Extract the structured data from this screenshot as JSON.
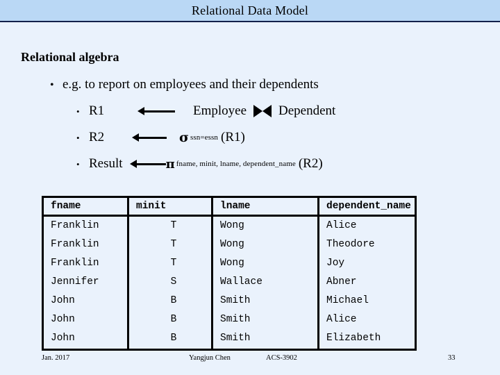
{
  "slide": {
    "title": "Relational Data Model",
    "heading": "Relational algebra",
    "bullet_main": "e.g. to report on employees and their dependents",
    "steps": [
      {
        "label": "R1",
        "arrow": "left-arrow",
        "expression_left": "Employee",
        "operator_icon": "join-bowtie",
        "expression_right": "Dependent"
      },
      {
        "label": "R2",
        "arrow": "left-arrow",
        "operator": "σ",
        "operator_name": "sigma-select",
        "subscript": "ssn=essn",
        "argument": "(R1)"
      },
      {
        "label": "Result",
        "arrow": "left-arrow",
        "operator": "π",
        "operator_name": "pi-project",
        "subscript": "fname, minit, lname, dependent_name",
        "argument": "(R2)"
      }
    ]
  },
  "table": {
    "headers": [
      "fname",
      "minit",
      "lname",
      "dependent_name"
    ],
    "rows": [
      [
        "Franklin",
        "T",
        "Wong",
        "Alice"
      ],
      [
        "Franklin",
        "T",
        "Wong",
        "Theodore"
      ],
      [
        "Franklin",
        "T",
        "Wong",
        "Joy"
      ],
      [
        "Jennifer",
        "S",
        "Wallace",
        "Abner"
      ],
      [
        "John",
        "B",
        "Smith",
        "Michael"
      ],
      [
        "John",
        "B",
        "Smith",
        "Alice"
      ],
      [
        "John",
        "B",
        "Smith",
        "Elizabeth"
      ]
    ]
  },
  "footer": {
    "date": "Jan. 2017",
    "author": "Yangjun Chen",
    "course": "ACS-3902",
    "page": "33"
  },
  "colors": {
    "title_bar": "#bad8f5",
    "body_background": "#eaf2fc",
    "rule": "#12204a",
    "text": "#000000"
  }
}
